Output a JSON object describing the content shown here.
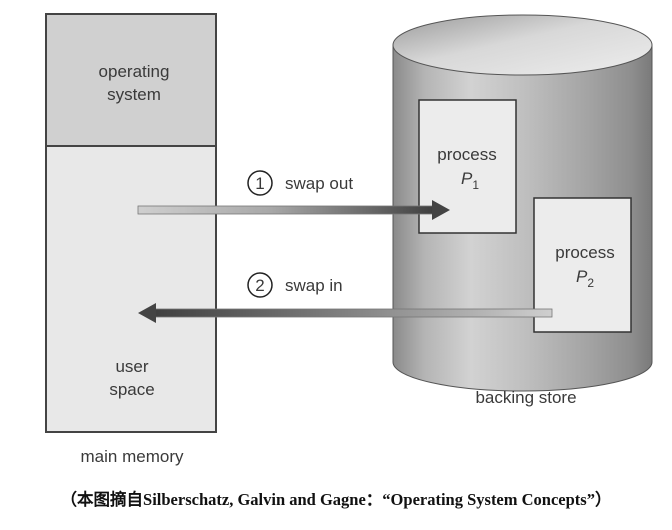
{
  "diagram": {
    "main_memory": {
      "label": "main memory",
      "os_region": {
        "line1": "operating",
        "line2": "system"
      },
      "user_region": {
        "line1": "user",
        "line2": "space"
      }
    },
    "backing_store": {
      "label": "backing store",
      "processes": [
        {
          "word": "process",
          "name": "P",
          "subscript": "1"
        },
        {
          "word": "process",
          "name": "P",
          "subscript": "2"
        }
      ]
    },
    "arrows": [
      {
        "step": "1",
        "label": "swap out",
        "direction": "main memory → backing store"
      },
      {
        "step": "2",
        "label": "swap in",
        "direction": "backing store → main memory"
      }
    ],
    "colors": {
      "os_region": "#d0d0d0",
      "user_region": "#e8e8e8",
      "process_box": "#ececec",
      "arrow_dark": "#4a4a4a",
      "arrow_light": "#c8c8c8"
    }
  },
  "caption": "（本图摘自Silberschatz, Galvin and  Gagne：“Operating System Concepts”）"
}
